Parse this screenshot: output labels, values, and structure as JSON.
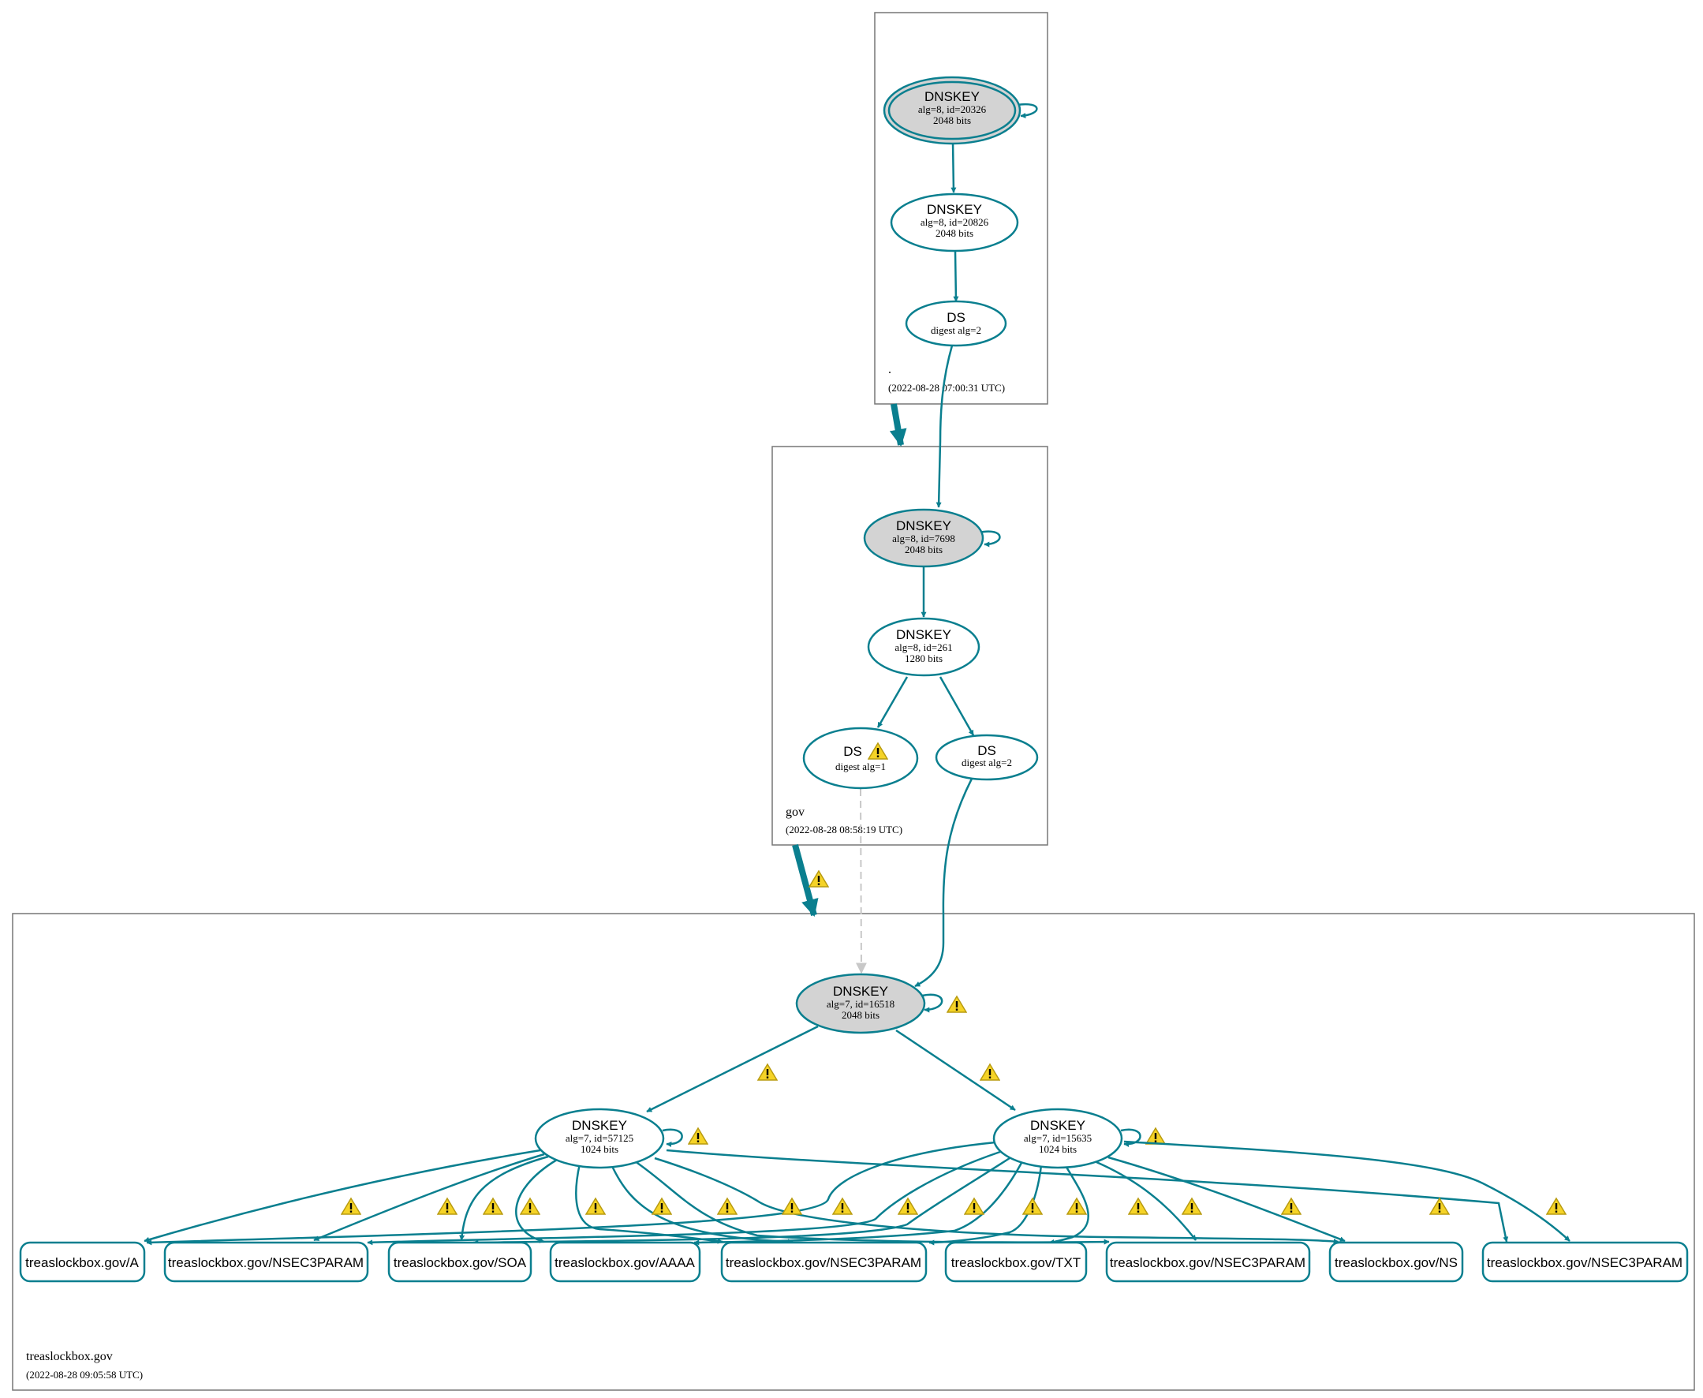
{
  "zones": {
    "root": {
      "name": ".",
      "date": "(2022-08-28 07:00:31 UTC)"
    },
    "gov": {
      "name": "gov",
      "date": "(2022-08-28 08:58:19 UTC)"
    },
    "treas": {
      "name": "treaslockbox.gov",
      "date": "(2022-08-28 09:05:58 UTC)"
    }
  },
  "nodes": {
    "root_ksk": {
      "title": "DNSKEY",
      "line1": "alg=8, id=20326",
      "line2": "2048 bits"
    },
    "root_zsk": {
      "title": "DNSKEY",
      "line1": "alg=8, id=20826",
      "line2": "2048 bits"
    },
    "root_ds": {
      "title": "DS",
      "line1": "digest alg=2"
    },
    "gov_ksk": {
      "title": "DNSKEY",
      "line1": "alg=8, id=7698",
      "line2": "2048 bits"
    },
    "gov_zsk": {
      "title": "DNSKEY",
      "line1": "alg=8, id=261",
      "line2": "1280 bits"
    },
    "gov_ds1": {
      "title": "DS",
      "line1": "digest alg=1"
    },
    "gov_ds2": {
      "title": "DS",
      "line1": "digest alg=2"
    },
    "treas_ksk": {
      "title": "DNSKEY",
      "line1": "alg=7, id=16518",
      "line2": "2048 bits"
    },
    "treas_zsk1": {
      "title": "DNSKEY",
      "line1": "alg=7, id=57125",
      "line2": "1024 bits"
    },
    "treas_zsk2": {
      "title": "DNSKEY",
      "line1": "alg=7, id=15635",
      "line2": "1024 bits"
    }
  },
  "rrsets": [
    "treaslockbox.gov/A",
    "treaslockbox.gov/NSEC3PARAM",
    "treaslockbox.gov/SOA",
    "treaslockbox.gov/AAAA",
    "treaslockbox.gov/NSEC3PARAM",
    "treaslockbox.gov/TXT",
    "treaslockbox.gov/NSEC3PARAM",
    "treaslockbox.gov/NS",
    "treaslockbox.gov/NSEC3PARAM"
  ],
  "colors": {
    "edge": "#0a7f8f",
    "ksk_fill": "#d3d3d3",
    "warning": "#f5d327",
    "insecure": "#c8c8c8"
  },
  "icons": {
    "warning": "warning-icon"
  }
}
